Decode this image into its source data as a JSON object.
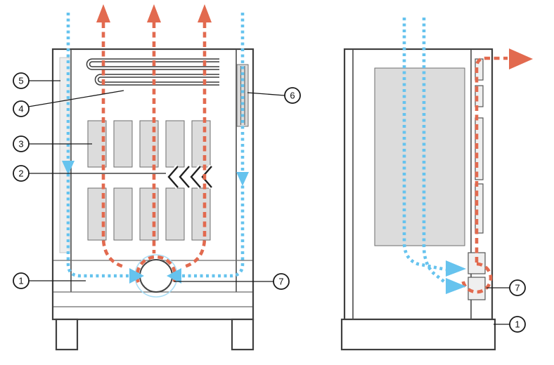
{
  "colors": {
    "cool_air": "#66c3ee",
    "hot_air": "#e26a4f",
    "outline": "#3f3f3f",
    "component_fill": "#dcdcdc",
    "callout_stroke": "#1a1a1a"
  },
  "views": {
    "front": {
      "callouts": [
        {
          "label": "5",
          "target": "left-air-channel"
        },
        {
          "label": "4",
          "target": "heater-coil"
        },
        {
          "label": "3",
          "target": "module-card"
        },
        {
          "label": "2",
          "target": "airflow-chevrons"
        },
        {
          "label": "1",
          "target": "lower-bay"
        },
        {
          "label": "6",
          "target": "right-vent-grille"
        },
        {
          "label": "7",
          "target": "blower-fan"
        }
      ]
    },
    "side": {
      "callouts": [
        {
          "label": "7",
          "target": "blower-unit"
        },
        {
          "label": "1",
          "target": "cabinet-base"
        }
      ]
    }
  }
}
